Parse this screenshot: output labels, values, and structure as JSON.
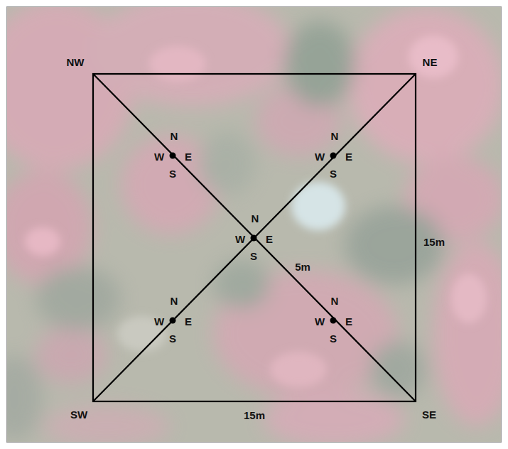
{
  "diagram": {
    "labels": [
      "NW",
      "NE",
      "N",
      "W",
      "E",
      "S",
      "N",
      "W",
      "E",
      "S",
      "N",
      "W",
      "E",
      "S",
      "5m",
      "15m",
      "N",
      "W",
      "E",
      "S",
      "N",
      "W",
      "E",
      "S",
      "SW",
      "15m",
      "SE"
    ]
  }
}
